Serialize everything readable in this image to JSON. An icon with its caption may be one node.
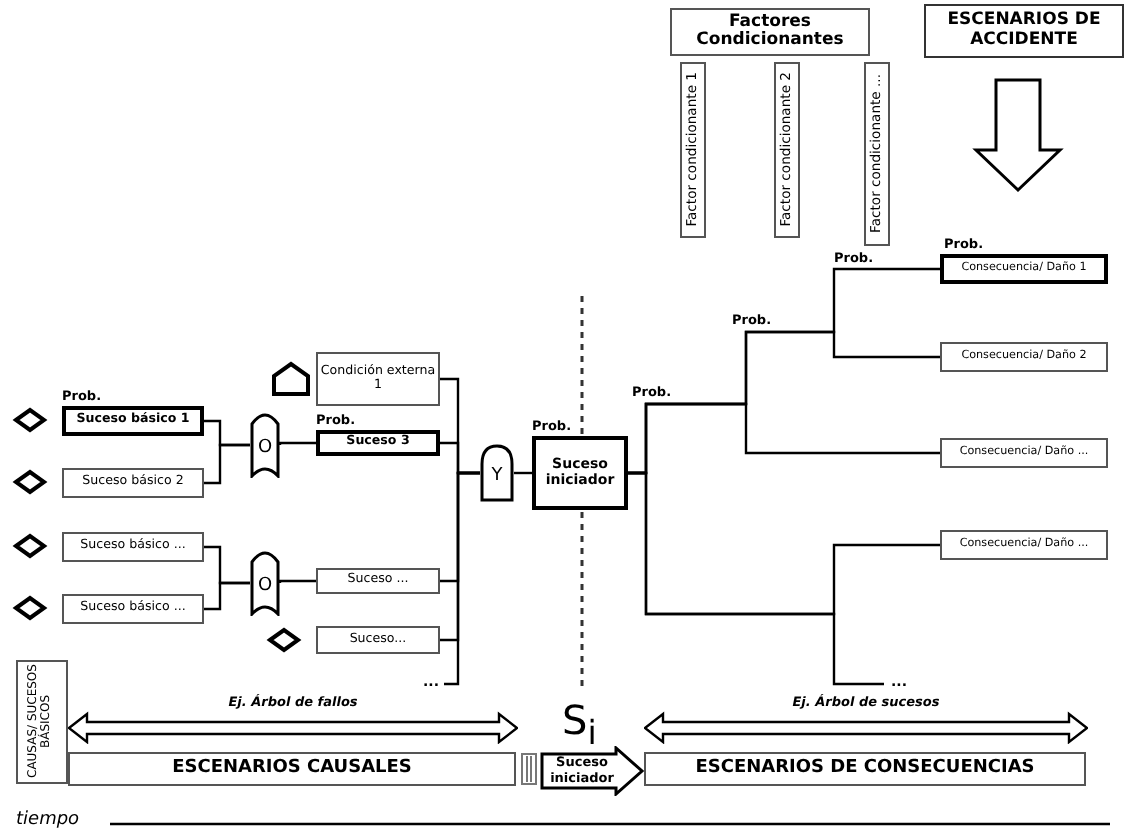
{
  "diagram": {
    "nodes": [
      {
        "text": [
          "Factores Condicionantes"
        ]
      },
      {
        "text": [
          "ESCENARIOS DE ACCIDENTE"
        ]
      },
      {
        "text": [
          "Factor condicionante 1"
        ]
      },
      {
        "text": [
          "Factor condicionante 2"
        ]
      },
      {
        "text": [
          "Factor condicionante ..."
        ]
      },
      {
        "text": [
          "Suceso básico 1"
        ],
        "beside": [
          "Prob."
        ]
      },
      {
        "text": [
          "Suceso básico 2"
        ]
      },
      {
        "text": [
          "Suceso básico ..."
        ]
      },
      {
        "text": [
          "Suceso básico ..."
        ]
      },
      {
        "text": [
          "Condición externa 1"
        ]
      },
      {
        "text": [
          "Suceso 3"
        ],
        "beside": [
          "Prob."
        ]
      },
      {
        "text": [
          "Suceso ..."
        ]
      },
      {
        "text": [
          "Suceso..."
        ]
      },
      {
        "text": [
          "O"
        ]
      },
      {
        "text": [
          "O"
        ]
      },
      {
        "text": [
          "Y"
        ]
      },
      {
        "text": [
          "Suceso iniciador"
        ],
        "beside": [
          "Prob."
        ]
      },
      {
        "text": [
          "Consecuencia/ Daño 1"
        ],
        "beside": [
          "Prob."
        ]
      },
      {
        "text": [
          "Consecuencia/ Daño 2"
        ]
      },
      {
        "text": [
          "Consecuencia/ Daño ..."
        ]
      },
      {
        "text": [
          "Consecuencia/ Daño ..."
        ]
      },
      {
        "text": [
          "CAUSAS/ SUCESOS BÁSICOS"
        ]
      },
      {
        "text": [
          "ESCENARIOS CAUSALES"
        ]
      },
      {
        "text": [
          "Suceso iniciador"
        ]
      },
      {
        "text": [
          "ESCENARIOS DE CONSECUENCIAS"
        ]
      },
      {
        "text": [
          "..."
        ]
      },
      {
        "text": [
          "..."
        ]
      },
      {
        "text": [
          "Ej. Árbol de fallos"
        ]
      },
      {
        "text": [
          "Ej. Árbol de sucesos"
        ]
      }
    ],
    "edges": [
      {
        "from": 5,
        "to": 13,
        "arrow": "none"
      },
      {
        "from": 6,
        "to": 13,
        "arrow": "none"
      },
      {
        "from": 13,
        "to": 10,
        "arrow": "none"
      },
      {
        "from": 7,
        "to": 14,
        "arrow": "none"
      },
      {
        "from": 8,
        "to": 14,
        "arrow": "none"
      },
      {
        "from": 14,
        "to": 11,
        "arrow": "none"
      },
      {
        "from": 9,
        "to": 15,
        "arrow": "none"
      },
      {
        "from": 10,
        "to": 15,
        "arrow": "none"
      },
      {
        "from": 11,
        "to": 15,
        "arrow": "none"
      },
      {
        "from": 12,
        "to": 15,
        "arrow": "none"
      },
      {
        "from": 25,
        "to": 15,
        "arrow": "none"
      },
      {
        "from": 15,
        "to": 16,
        "arrow": "none"
      },
      {
        "from": 16,
        "to": 17,
        "arrow": "none"
      },
      {
        "from": 16,
        "to": 18,
        "arrow": "none"
      },
      {
        "from": 16,
        "to": 19,
        "arrow": "none"
      },
      {
        "from": 16,
        "to": 20,
        "arrow": "none"
      },
      {
        "from": 16,
        "to": 26,
        "arrow": "none"
      }
    ],
    "labels": [
      "Prob.",
      "Prob.",
      "Prob.",
      "S$_{i}$",
      "tiempo"
    ]
  }
}
